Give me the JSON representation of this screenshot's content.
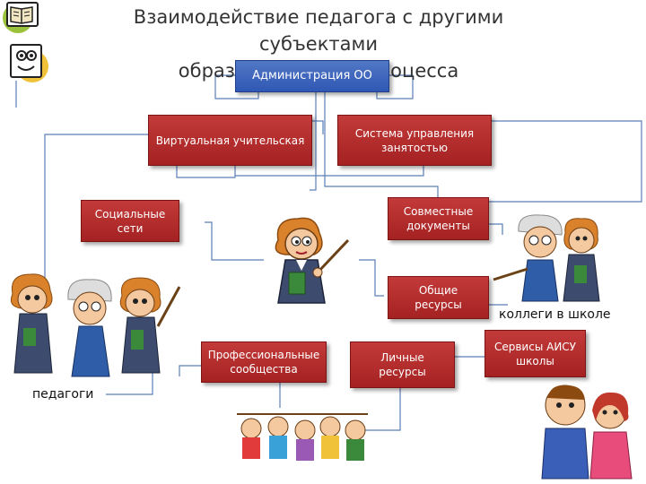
{
  "title": {
    "line1": "Взаимодействие педагога с другими субъектами",
    "line2": "образовательного процесса"
  },
  "nodes": {
    "admin": "Администрация ОО",
    "virtual": "Виртуальная учительская",
    "employment": "Система управления занятостью",
    "social": "Социальные сети",
    "shared_docs": "Совместные документы",
    "common_resources": "Общие ресурсы",
    "professional": "Профессиональные сообщества",
    "personal": "Личные ресурсы",
    "aisu": "Сервисы АИСУ школы"
  },
  "captions": {
    "colleagues": "коллеги в школе",
    "teachers": "педагоги"
  },
  "icons": [
    "book-logo-icon",
    "face-logo-icon"
  ],
  "colors": {
    "box_red": "#b22b2b",
    "box_blue": "#3a63bd",
    "line": "#5b7fb8",
    "logo_green": "#9bc23c"
  }
}
